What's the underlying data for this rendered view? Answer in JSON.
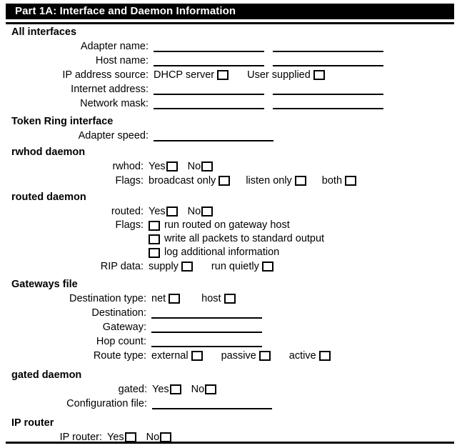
{
  "header": {
    "title": "Part 1A:  Interface and Daemon Information"
  },
  "sections": {
    "all_interfaces": {
      "heading": "All interfaces",
      "adapter_name_label": "Adapter name:",
      "host_name_label": "Host name:",
      "ip_source_label": "IP address source:",
      "ip_source_opt1": "DHCP server",
      "ip_source_opt2": "User supplied",
      "internet_address_label": "Internet address:",
      "network_mask_label": "Network mask:"
    },
    "token_ring": {
      "heading": "Token Ring interface",
      "adapter_speed_label": "Adapter speed:"
    },
    "rwhod": {
      "heading": "rwhod daemon",
      "rwhod_label": "rwhod:",
      "yes": "Yes",
      "no": "No",
      "flags_label": "Flags:",
      "flag1": "broadcast only",
      "flag2": "listen only",
      "flag3": "both"
    },
    "routed": {
      "heading": "routed daemon",
      "routed_label": "routed:",
      "yes": "Yes",
      "no": "No",
      "flags_label": "Flags:",
      "flag1": "run routed on gateway host",
      "flag2": "write all packets to standard output",
      "flag3": "log additional information",
      "rip_label": "RIP data:",
      "rip_opt1": "supply",
      "rip_opt2": "run quietly"
    },
    "gateways": {
      "heading": "Gateways file",
      "dest_type_label": "Destination type:",
      "dest_type_opt1": "net",
      "dest_type_opt2": "host",
      "destination_label": "Destination:",
      "gateway_label": "Gateway:",
      "hop_count_label": "Hop count:",
      "route_type_label": "Route type:",
      "route_opt1": "external",
      "route_opt2": "passive",
      "route_opt3": "active"
    },
    "gated": {
      "heading": "gated daemon",
      "gated_label": "gated:",
      "yes": "Yes",
      "no": "No",
      "config_file_label": "Configuration file:"
    },
    "ip_router": {
      "heading": "IP router",
      "ip_router_label": "IP router:",
      "yes": "Yes",
      "no": "No"
    }
  }
}
